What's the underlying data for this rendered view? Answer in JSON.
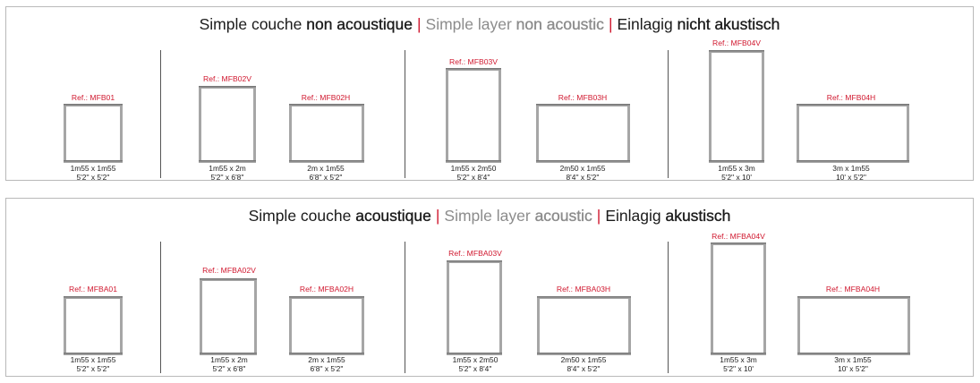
{
  "panels": [
    {
      "title": {
        "fr_plain": "Simple couche ",
        "fr_bold": "non acoustique",
        "sep1": "|",
        "en_plain": "Simple layer ",
        "en_bold": "non acoustic",
        "sep2": "|",
        "de_plain": "Einlagig ",
        "de_bold": "nicht akustisch"
      },
      "items": [
        {
          "ref": "Ref.: MFB01",
          "metric": "1m55 x 1m55",
          "imperial": "5'2'' x 5'2''"
        },
        {
          "ref": "Ref.: MFB02V",
          "metric": "1m55 x 2m",
          "imperial": "5'2'' x 6'8''"
        },
        {
          "ref": "Ref.: MFB02H",
          "metric": "2m x 1m55",
          "imperial": "6'8'' x 5'2''"
        },
        {
          "ref": "Ref.: MFB03V",
          "metric": "1m55 x 2m50",
          "imperial": "5'2'' x 8'4''"
        },
        {
          "ref": "Ref.: MFB03H",
          "metric": "2m50 x 1m55",
          "imperial": "8'4'' x 5'2''"
        },
        {
          "ref": "Ref.: MFB04V",
          "metric": "1m55 x 3m",
          "imperial": "5'2'' x 10'"
        },
        {
          "ref": "Ref.: MFB04H",
          "metric": "3m x 1m55",
          "imperial": "10' x 5'2''"
        }
      ]
    },
    {
      "title": {
        "fr_plain": "Simple couche ",
        "fr_bold": "acoustique",
        "sep1": "|",
        "en_plain": "Simple layer ",
        "en_bold": "acoustic",
        "sep2": "|",
        "de_plain": "Einlagig ",
        "de_bold": "akustisch"
      },
      "items": [
        {
          "ref": "Ref.: MFBA01",
          "metric": "1m55 x 1m55",
          "imperial": "5'2'' x 5'2''"
        },
        {
          "ref": "Ref.: MFBA02V",
          "metric": "1m55 x 2m",
          "imperial": "5'2'' x 6'8''"
        },
        {
          "ref": "Ref.: MFBA02H",
          "metric": "2m x 1m55",
          "imperial": "6'8'' x 5'2''"
        },
        {
          "ref": "Ref.: MFBA03V",
          "metric": "1m55 x 2m50",
          "imperial": "5'2'' x 8'4''"
        },
        {
          "ref": "Ref.: MFBA03H",
          "metric": "2m50 x 1m55",
          "imperial": "8'4'' x 5'2''"
        },
        {
          "ref": "Ref.: MFBA04V",
          "metric": "1m55 x 3m",
          "imperial": "5'2'' x 10'"
        },
        {
          "ref": "Ref.: MFBA04H",
          "metric": "3m x 1m55",
          "imperial": "10' x 5'2''"
        }
      ]
    }
  ]
}
